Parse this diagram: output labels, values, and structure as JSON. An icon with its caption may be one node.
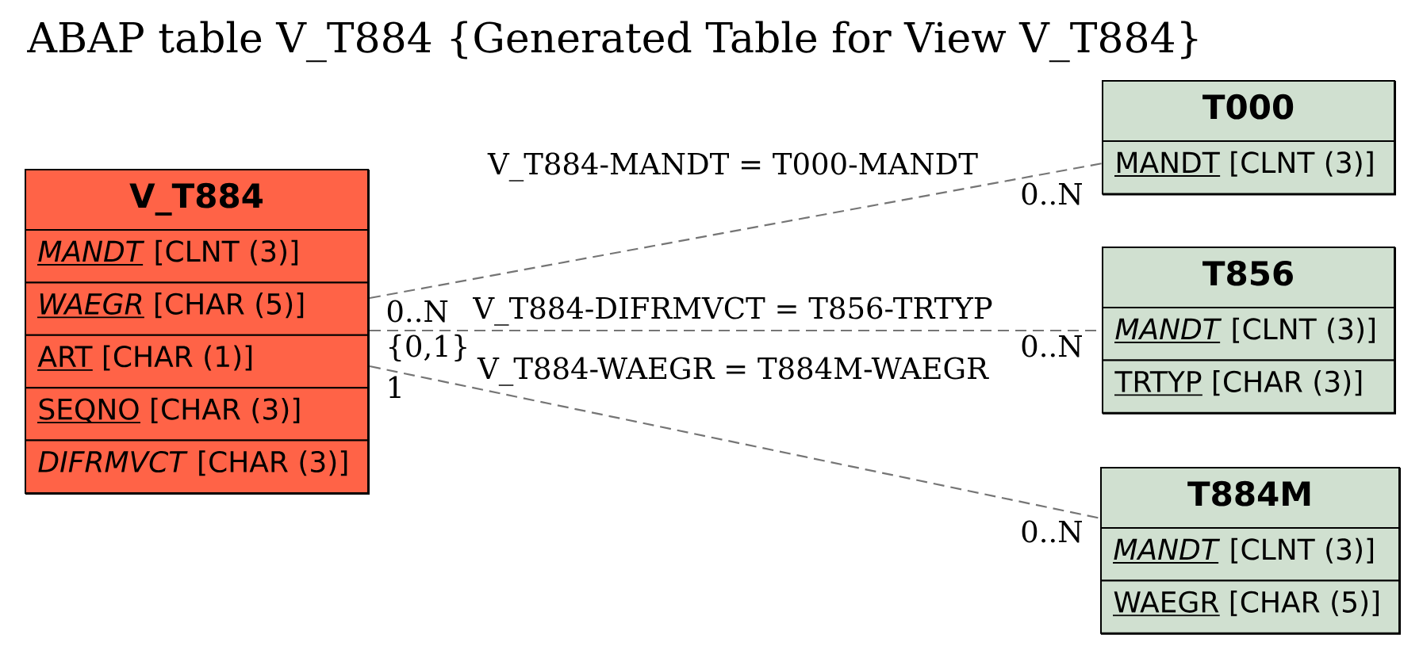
{
  "diagram": {
    "title": "ABAP table V_T884 {Generated Table for View V_T884}",
    "nodes": [
      {
        "text": [
          "V_T884",
          "*MANDT* [CLNT (3)]",
          "*WAEGR* [CHAR (5)]",
          "ART [CHAR (1)]",
          "SEQNO [CHAR (3)]",
          "*DIFRMVCT* [CHAR (3)]"
        ]
      },
      {
        "text": [
          "T000",
          "MANDT [CLNT (3)]"
        ]
      },
      {
        "text": [
          "T856",
          "*MANDT* [CLNT (3)]",
          "TRTYP [CHAR (3)]"
        ]
      },
      {
        "text": [
          "T884M",
          "*MANDT* [CLNT (3)]",
          "WAEGR [CHAR (5)]"
        ]
      }
    ],
    "edges": [
      {
        "from": 0,
        "to": 1,
        "arrow": "none",
        "label": "V_T884-MANDT = T000-MANDT",
        "style": "dashed"
      },
      {
        "from": 0,
        "to": 2,
        "arrow": "none",
        "label": "V_T884-DIFRMVCT = T856-TRTYP",
        "style": "dashed"
      },
      {
        "from": 0,
        "to": 3,
        "arrow": "none",
        "label": "V_T884-WAEGR = T884M-WAEGR",
        "style": "dashed"
      }
    ],
    "labels": [
      "0..N",
      "0..N",
      "{0,1}",
      "0..N",
      "1",
      "0..N"
    ]
  }
}
